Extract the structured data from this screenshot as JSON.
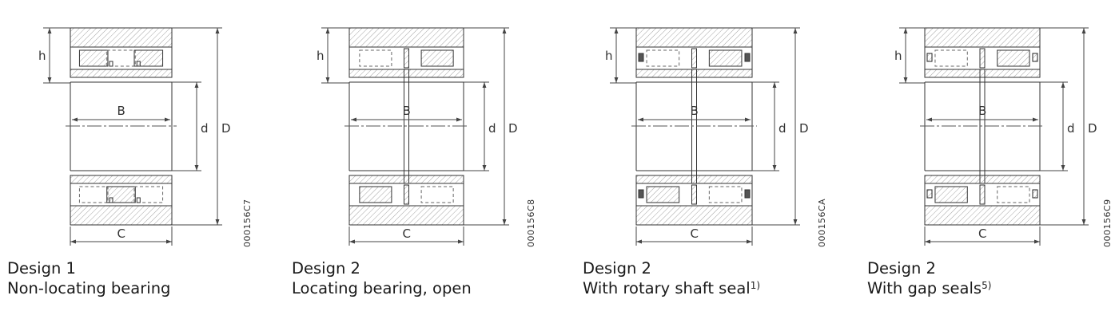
{
  "figures": [
    {
      "id": "design1",
      "variant": "nonlocating",
      "seal": "none",
      "code": "000156C7",
      "labels": {
        "h": "h",
        "B": "B",
        "d": "d",
        "D": "D",
        "C": "C"
      },
      "title": "Design 1",
      "subtitle": "Non-locating bearing",
      "footnote": ""
    },
    {
      "id": "design2-open",
      "variant": "locating",
      "seal": "none",
      "code": "000156C8",
      "labels": {
        "h": "h",
        "B": "B",
        "d": "d",
        "D": "D",
        "C": "C"
      },
      "title": "Design 2",
      "subtitle": "Locating bearing, open",
      "footnote": ""
    },
    {
      "id": "design2-rotary",
      "variant": "locating",
      "seal": "rotary",
      "code": "000156CA",
      "labels": {
        "h": "h",
        "B": "B",
        "d": "d",
        "D": "D",
        "C": "C"
      },
      "title": "Design 2",
      "subtitle": "With rotary shaft seal",
      "footnote": "1)"
    },
    {
      "id": "design2-gap",
      "variant": "locating",
      "seal": "gap",
      "code": "000156C9",
      "labels": {
        "h": "h",
        "B": "B",
        "d": "d",
        "D": "D",
        "C": "C"
      },
      "title": "Design 2",
      "subtitle": "With gap seals",
      "footnote": "5)"
    }
  ]
}
